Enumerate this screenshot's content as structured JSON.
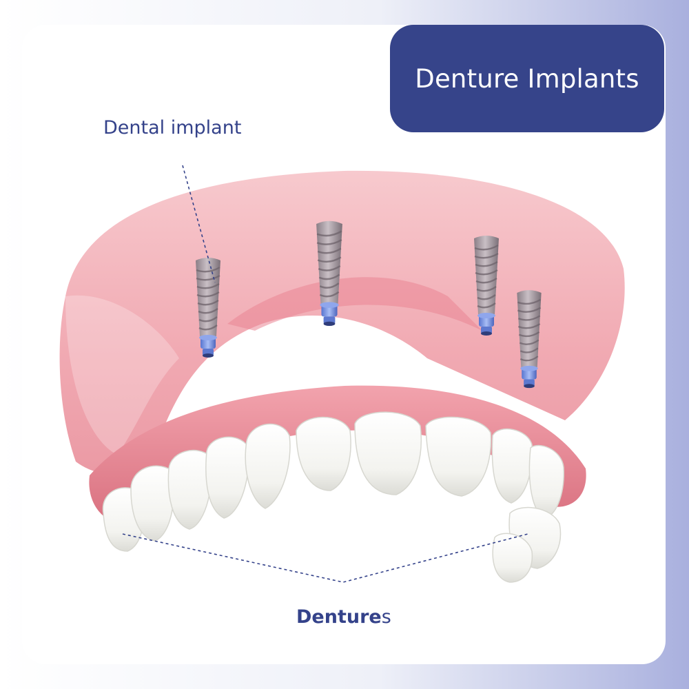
{
  "title": "Denture Implants",
  "labels": {
    "dental_implant": "Dental implant",
    "dentures_main": "Denture",
    "dentures_suffix": "s"
  },
  "colors": {
    "badge": "#36448a",
    "label_text": "#34428a",
    "gum": "#e58c98",
    "palate": "#f0a9b1",
    "tooth": "#f7f7f5",
    "implant_metal": "#a59aa2",
    "abutment": "#6f8ee6"
  },
  "icons": [
    "dental-implant-screw-icon",
    "denture-arch-illustration"
  ]
}
